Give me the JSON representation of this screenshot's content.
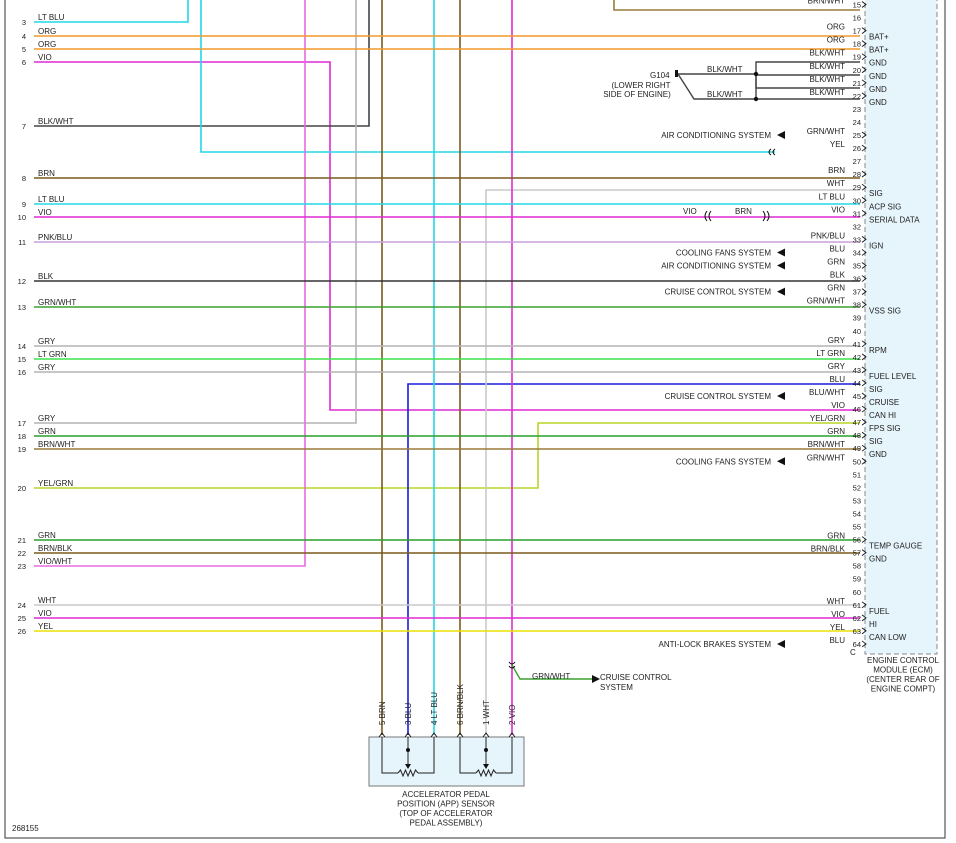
{
  "diagram_id": "268155",
  "ecm": {
    "title_lines": [
      "ENGINE CONTROL",
      "MODULE (ECM)",
      "(CENTER REAR OF",
      "ENGINE COMPT)"
    ],
    "fill": "#e6f4fb"
  },
  "app_sensor": {
    "title_lines": [
      "ACCELERATOR PEDAL",
      "POSITION (APP) SENSOR",
      "(TOP OF ACCELERATOR",
      "PEDAL ASSEMBLY)"
    ],
    "pins": [
      {
        "pin": "5",
        "color": "BRN",
        "hex": "#7a5a1e"
      },
      {
        "pin": "3",
        "color": "BLU",
        "hex": "#1a1adc"
      },
      {
        "pin": "4",
        "color": "LT BLU",
        "hex": "#22d7e6"
      },
      {
        "pin": "6",
        "color": "BRN/BLK",
        "hex": "#7a5a1e"
      },
      {
        "pin": "1",
        "color": "WHT",
        "hex": "#c9c9c9"
      },
      {
        "pin": "2",
        "color": "VIO",
        "hex": "#e02ad2"
      }
    ]
  },
  "ground": {
    "label": "G104",
    "location_lines": [
      "(LOWER RIGHT",
      "SIDE OF ENGINE)"
    ],
    "wire_color": "BLK/WHT"
  },
  "left_wires": [
    {
      "num": "3",
      "color": "LT BLU",
      "hex": "#22d7e6"
    },
    {
      "num": "4",
      "color": "ORG",
      "hex": "#f39a2a"
    },
    {
      "num": "5",
      "color": "ORG",
      "hex": "#f39a2a"
    },
    {
      "num": "6",
      "color": "VIO",
      "hex": "#e02ad2"
    },
    {
      "num": "7",
      "color": "BLK/WHT",
      "hex": "#444444"
    },
    {
      "num": "8",
      "color": "BRN",
      "hex": "#7a5a1e"
    },
    {
      "num": "9",
      "color": "LT BLU",
      "hex": "#22d7e6"
    },
    {
      "num": "10",
      "color": "VIO",
      "hex": "#e02ad2"
    },
    {
      "num": "11",
      "color": "PNK/BLU",
      "hex": "#c9a0dc"
    },
    {
      "num": "12",
      "color": "BLK",
      "hex": "#333333"
    },
    {
      "num": "13",
      "color": "GRN/WHT",
      "hex": "#3aa22e"
    },
    {
      "num": "14",
      "color": "GRY",
      "hex": "#b3b3b3"
    },
    {
      "num": "15",
      "color": "LT GRN",
      "hex": "#3ee04a"
    },
    {
      "num": "16",
      "color": "GRY",
      "hex": "#b3b3b3"
    },
    {
      "num": "17",
      "color": "GRY",
      "hex": "#b3b3b3"
    },
    {
      "num": "18",
      "color": "GRN",
      "hex": "#2aa02a"
    },
    {
      "num": "19",
      "color": "BRN/WHT",
      "hex": "#9a7a3a"
    },
    {
      "num": "20",
      "color": "YEL/GRN",
      "hex": "#b6d628"
    },
    {
      "num": "21",
      "color": "GRN",
      "hex": "#2aa02a"
    },
    {
      "num": "22",
      "color": "BRN/BLK",
      "hex": "#7a5a1e"
    },
    {
      "num": "23",
      "color": "VIO/WHT",
      "hex": "#e66be0"
    },
    {
      "num": "24",
      "color": "WHT",
      "hex": "#c9c9c9"
    },
    {
      "num": "25",
      "color": "VIO",
      "hex": "#e02ad2"
    },
    {
      "num": "26",
      "color": "YEL",
      "hex": "#e8e000"
    }
  ],
  "ecm_pins": [
    {
      "pin": "15",
      "color": "BRN/WHT",
      "hex": "#9a7a3a",
      "func": ""
    },
    {
      "pin": "16",
      "color": "",
      "hex": "",
      "func": ""
    },
    {
      "pin": "17",
      "color": "ORG",
      "hex": "#f39a2a",
      "func": "BAT+"
    },
    {
      "pin": "18",
      "color": "ORG",
      "hex": "#f39a2a",
      "func": "BAT+"
    },
    {
      "pin": "19",
      "color": "BLK/WHT",
      "hex": "#444444",
      "func": "GND"
    },
    {
      "pin": "20",
      "color": "BLK/WHT",
      "hex": "#444444",
      "func": "GND"
    },
    {
      "pin": "21",
      "color": "BLK/WHT",
      "hex": "#444444",
      "func": "GND"
    },
    {
      "pin": "22",
      "color": "BLK/WHT",
      "hex": "#444444",
      "func": "GND"
    },
    {
      "pin": "23",
      "color": "",
      "hex": "",
      "func": ""
    },
    {
      "pin": "24",
      "color": "",
      "hex": "",
      "func": ""
    },
    {
      "pin": "25",
      "color": "GRN/WHT",
      "hex": "#3aa22e",
      "func": ""
    },
    {
      "pin": "26",
      "color": "YEL",
      "hex": "#e8e000",
      "func": ""
    },
    {
      "pin": "27",
      "color": "",
      "hex": "",
      "func": ""
    },
    {
      "pin": "28",
      "color": "BRN",
      "hex": "#7a5a1e",
      "func": ""
    },
    {
      "pin": "29",
      "color": "WHT",
      "hex": "#c9c9c9",
      "func": "SIG"
    },
    {
      "pin": "30",
      "color": "LT BLU",
      "hex": "#22d7e6",
      "func": "ACP SIG"
    },
    {
      "pin": "31",
      "color": "VIO",
      "hex": "#e02ad2",
      "func": "SERIAL DATA"
    },
    {
      "pin": "32",
      "color": "",
      "hex": "",
      "func": ""
    },
    {
      "pin": "33",
      "color": "PNK/BLU",
      "hex": "#c9a0dc",
      "func": "IGN"
    },
    {
      "pin": "34",
      "color": "BLU",
      "hex": "#1a1adc",
      "func": ""
    },
    {
      "pin": "35",
      "color": "GRN",
      "hex": "#2aa02a",
      "func": ""
    },
    {
      "pin": "36",
      "color": "BLK",
      "hex": "#333333",
      "func": ""
    },
    {
      "pin": "37",
      "color": "GRN",
      "hex": "#2aa02a",
      "func": ""
    },
    {
      "pin": "38",
      "color": "GRN/WHT",
      "hex": "#3aa22e",
      "func": "VSS SIG"
    },
    {
      "pin": "39",
      "color": "",
      "hex": "",
      "func": ""
    },
    {
      "pin": "40",
      "color": "",
      "hex": "",
      "func": ""
    },
    {
      "pin": "41",
      "color": "GRY",
      "hex": "#b3b3b3",
      "func": "RPM"
    },
    {
      "pin": "42",
      "color": "LT GRN",
      "hex": "#3ee04a",
      "func": ""
    },
    {
      "pin": "43",
      "color": "GRY",
      "hex": "#b3b3b3",
      "func": "FUEL LEVEL"
    },
    {
      "pin": "44",
      "color": "BLU",
      "hex": "#1a1adc",
      "func": "SIG"
    },
    {
      "pin": "45",
      "color": "BLU/WHT",
      "hex": "#5a5ae6",
      "func": "CRUISE"
    },
    {
      "pin": "46",
      "color": "VIO",
      "hex": "#e02ad2",
      "func": "CAN HI"
    },
    {
      "pin": "47",
      "color": "YEL/GRN",
      "hex": "#b6d628",
      "func": "FPS SIG"
    },
    {
      "pin": "48",
      "color": "GRN",
      "hex": "#2aa02a",
      "func": "SIG"
    },
    {
      "pin": "49",
      "color": "BRN/WHT",
      "hex": "#9a7a3a",
      "func": "GND"
    },
    {
      "pin": "50",
      "color": "GRN/WHT",
      "hex": "#3aa22e",
      "func": ""
    },
    {
      "pin": "51",
      "color": "",
      "hex": "",
      "func": ""
    },
    {
      "pin": "52",
      "color": "",
      "hex": "",
      "func": ""
    },
    {
      "pin": "53",
      "color": "",
      "hex": "",
      "func": ""
    },
    {
      "pin": "54",
      "color": "",
      "hex": "",
      "func": ""
    },
    {
      "pin": "55",
      "color": "",
      "hex": "",
      "func": ""
    },
    {
      "pin": "56",
      "color": "GRN",
      "hex": "#2aa02a",
      "func": "TEMP GAUGE"
    },
    {
      "pin": "57",
      "color": "BRN/BLK",
      "hex": "#7a5a1e",
      "func": "GND"
    },
    {
      "pin": "58",
      "color": "",
      "hex": "",
      "func": ""
    },
    {
      "pin": "59",
      "color": "",
      "hex": "",
      "func": ""
    },
    {
      "pin": "60",
      "color": "",
      "hex": "",
      "func": ""
    },
    {
      "pin": "61",
      "color": "WHT",
      "hex": "#c9c9c9",
      "func": "FUEL"
    },
    {
      "pin": "62",
      "color": "VIO",
      "hex": "#e02ad2",
      "func": "HI"
    },
    {
      "pin": "63",
      "color": "YEL",
      "hex": "#e8e000",
      "func": "CAN LOW"
    },
    {
      "pin": "64",
      "color": "BLU",
      "hex": "#1a1adc",
      "func": ""
    }
  ],
  "connector_marker": "C",
  "system_refs": [
    {
      "pin": "25",
      "text": "AIR CONDITIONING SYSTEM"
    },
    {
      "pin": "34",
      "text": "COOLING FANS SYSTEM"
    },
    {
      "pin": "35",
      "text": "AIR CONDITIONING SYSTEM"
    },
    {
      "pin": "37",
      "text": "CRUISE CONTROL SYSTEM"
    },
    {
      "pin": "45",
      "text": "CRUISE CONTROL SYSTEM"
    },
    {
      "pin": "50",
      "text": "COOLING FANS SYSTEM"
    },
    {
      "pin": "64",
      "text": "ANTI-LOCK BRAKES SYSTEM"
    }
  ],
  "splice_31": {
    "left": "VIO",
    "middle": "BRN"
  },
  "cruise_branch": {
    "wire": "GRN/WHT",
    "lines": [
      "CRUISE CONTROL",
      "SYSTEM"
    ]
  }
}
